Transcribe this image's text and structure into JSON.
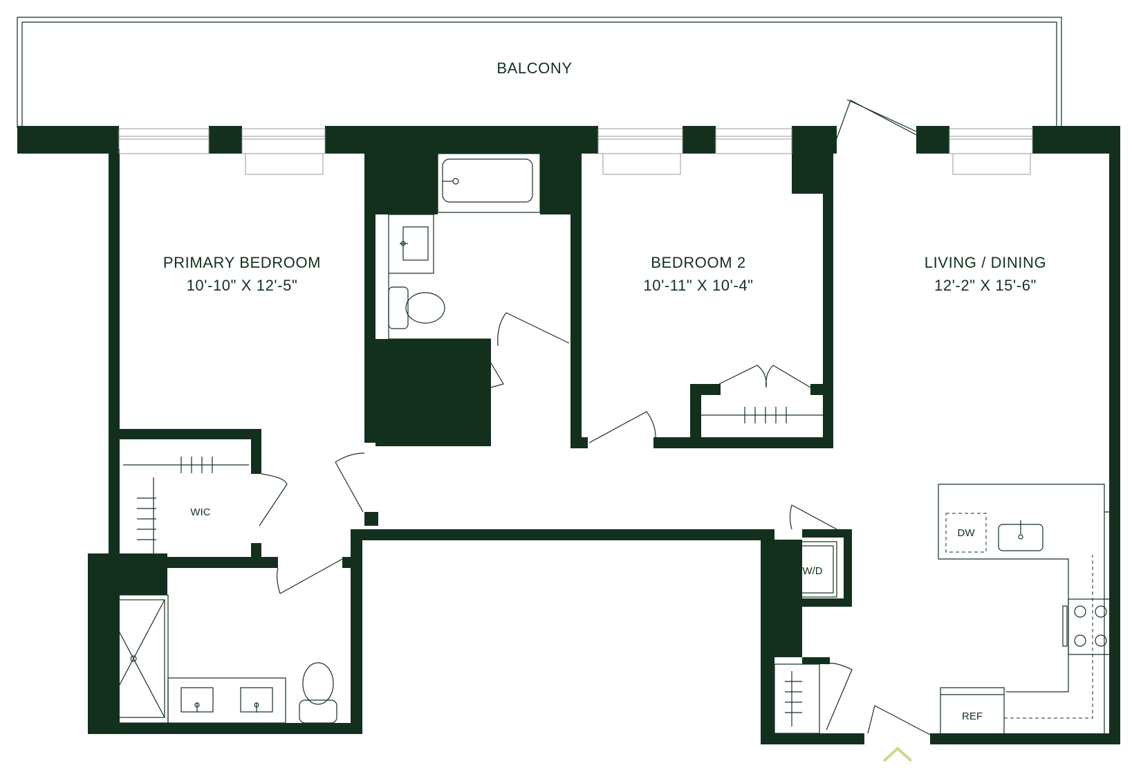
{
  "colors": {
    "wall": "#13301e",
    "fixture_line": "#13301e",
    "window_frame": "#9a9a9a",
    "entry_marker": "#c5dc8c",
    "background": "#ffffff"
  },
  "rooms": {
    "balcony": {
      "name": "BALCONY"
    },
    "primary_bedroom": {
      "name": "PRIMARY BEDROOM",
      "dims": "10'-10\" X 12'-5\""
    },
    "bedroom_2": {
      "name": "BEDROOM 2",
      "dims": "10'-11\" X 10'-4\""
    },
    "living_dining": {
      "name": "LIVING / DINING",
      "dims": "12'-2\" X 15'-6\""
    },
    "wic": {
      "name": "WIC"
    }
  },
  "fixtures": {
    "dishwasher": "DW",
    "washer_dryer": "W/D",
    "refrigerator": "REF"
  },
  "icons": {
    "entry": "chevron-up-icon",
    "tub": "bathtub-icon",
    "shower": "shower-icon",
    "toilet": "toilet-icon",
    "sink": "sink-icon",
    "range": "cooktop-icon"
  }
}
